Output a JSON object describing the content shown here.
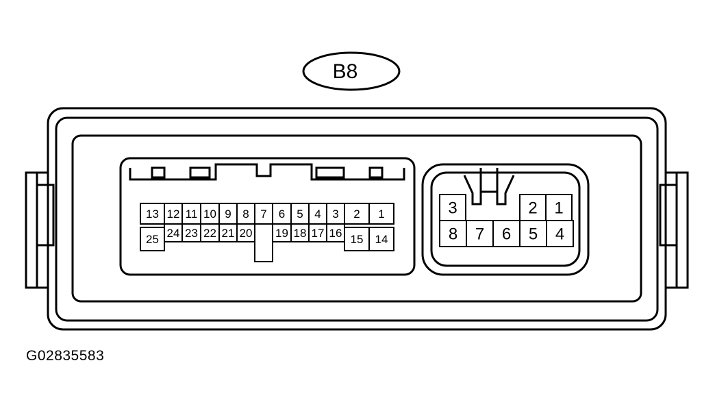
{
  "connector_label": "B8",
  "figure_code": "G02835583",
  "colors": {
    "line": "#000000",
    "background": "#ffffff"
  },
  "large_connector": {
    "top_row_pins": [
      "13",
      "12",
      "11",
      "10",
      "9",
      "8",
      "7",
      "6",
      "5",
      "4",
      "3",
      "2",
      "1"
    ],
    "bottom_row_pins": [
      "25",
      "24",
      "23",
      "22",
      "21",
      "20",
      "19",
      "18",
      "17",
      "16",
      "15",
      "14"
    ]
  },
  "small_connector": {
    "top_row_pins": [
      "3",
      "2",
      "1"
    ],
    "bottom_row_pins": [
      "8",
      "7",
      "6",
      "5",
      "4"
    ]
  }
}
